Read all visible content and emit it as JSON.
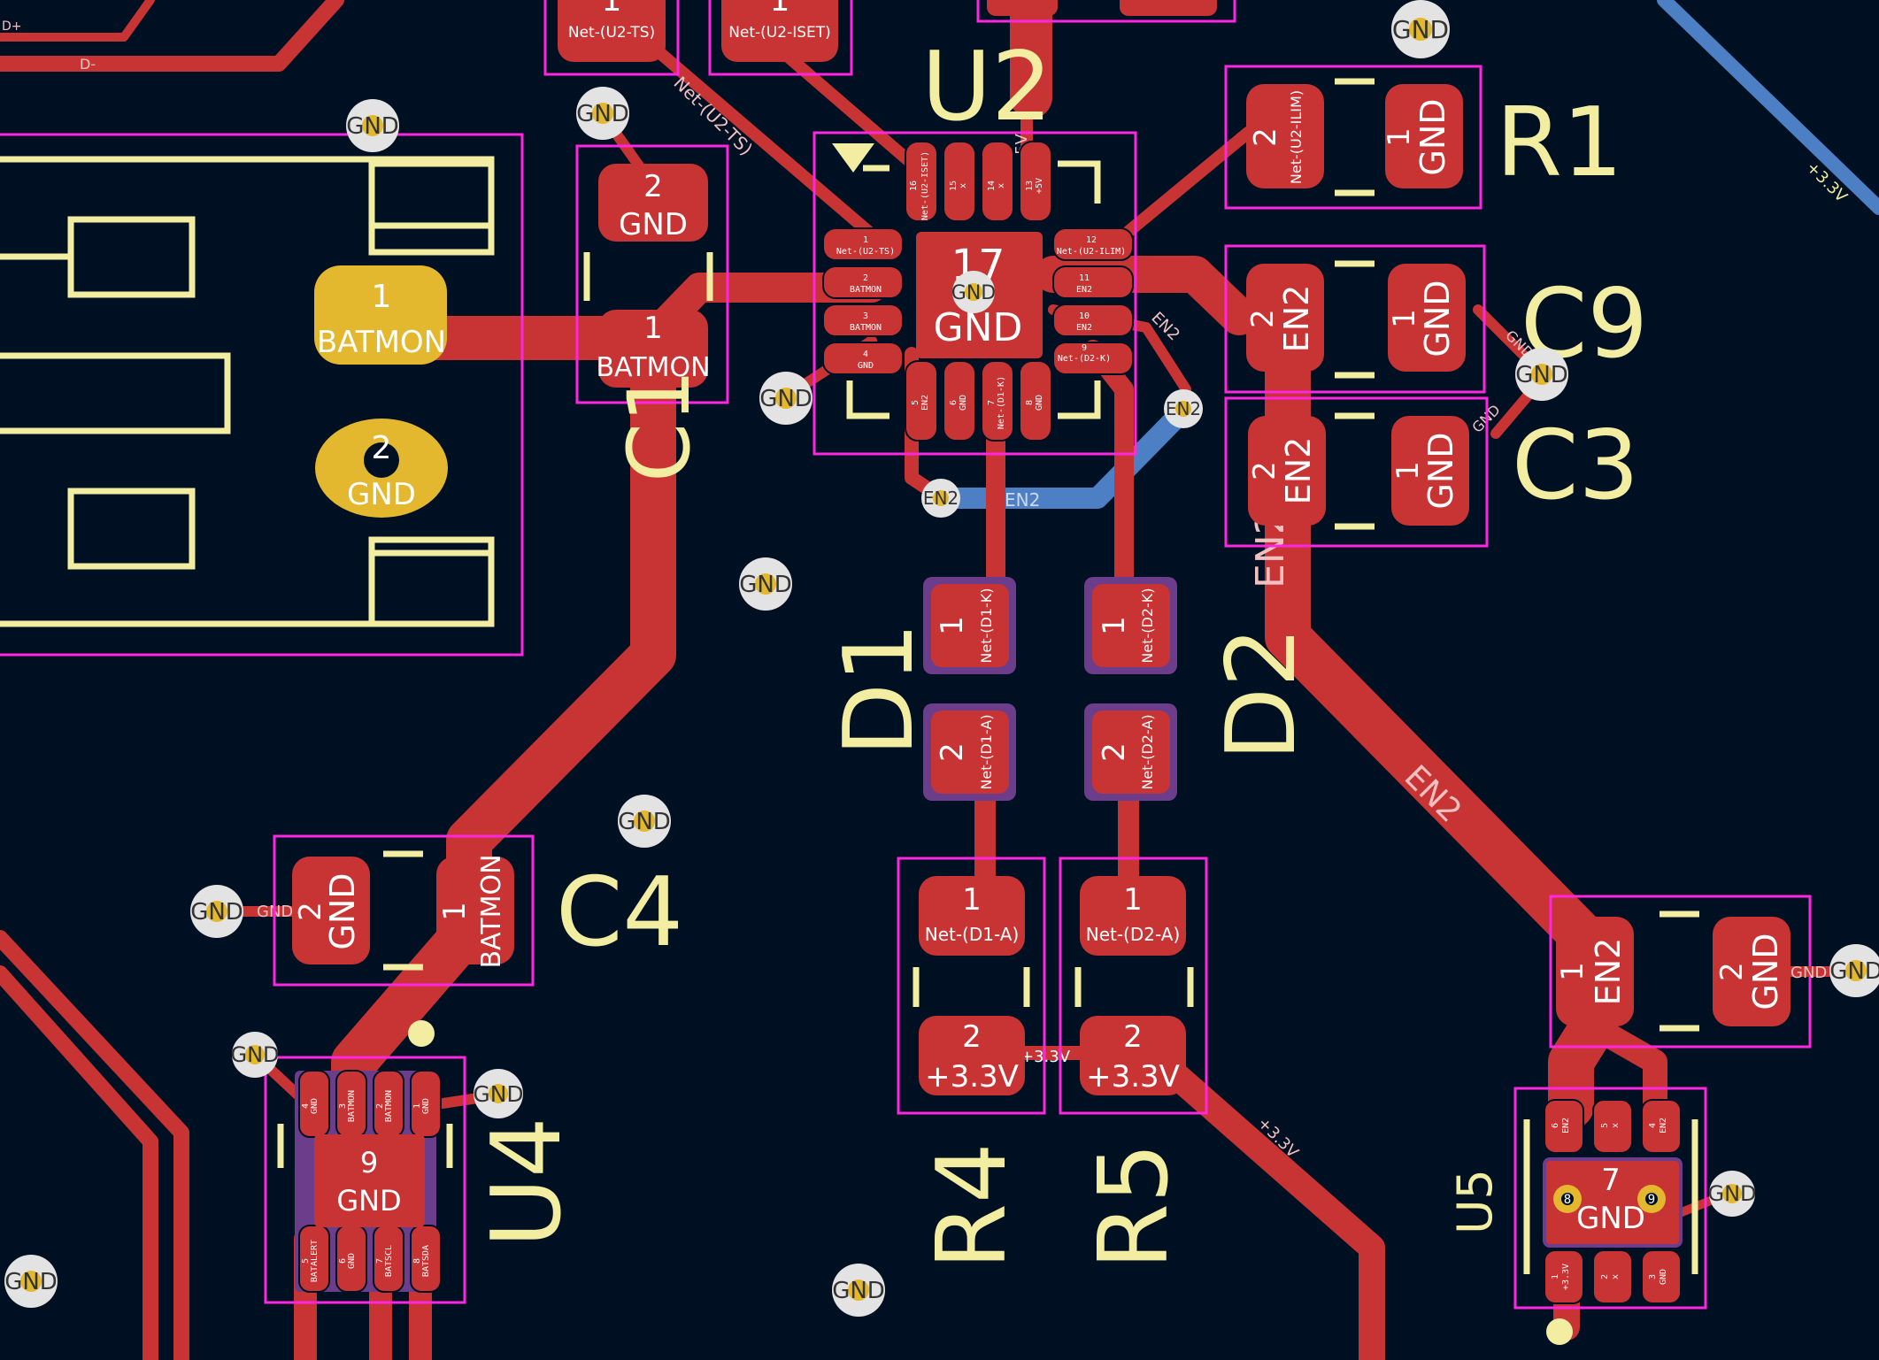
{
  "colors": {
    "background": "#001023",
    "copper_front": "#c83434",
    "copper_back": "#4d7fc4",
    "silkscreen": "#f2eda1",
    "courtyard": "#ff26e2",
    "through_hole": "#e3b72e",
    "via": "#e3e3e3"
  },
  "components": {
    "u2": {
      "ref": "U2",
      "ep_num": "17",
      "ep_net": "GND"
    },
    "r1": {
      "ref": "R1",
      "p1_num": "1",
      "p1_net": "GND",
      "p2_num": "2",
      "p2_net": "Net-(U2-ILIM)"
    },
    "c9": {
      "ref": "C9",
      "p1_num": "1",
      "p1_net": "GND",
      "p2_num": "2",
      "p2_net": "EN2"
    },
    "c3": {
      "ref": "C3",
      "p1_num": "1",
      "p1_net": "GND",
      "p2_num": "2",
      "p2_net": "EN2"
    },
    "c1": {
      "ref": "C1",
      "p1_num": "1",
      "p1_net": "BATMON",
      "p2_num": "2",
      "p2_net": "GND"
    },
    "c4": {
      "ref": "C4",
      "p1_num": "1",
      "p1_net": "BATMON",
      "p2_num": "2",
      "p2_net": "GND"
    },
    "d1": {
      "ref": "D1",
      "p1_num": "1",
      "p1_net": "Net-(D1-K)",
      "p2_num": "2",
      "p2_net": "Net-(D1-A)"
    },
    "d2": {
      "ref": "D2",
      "p1_num": "1",
      "p1_net": "Net-(D2-K)",
      "p2_num": "2",
      "p2_net": "Net-(D2-A)"
    },
    "r4": {
      "ref": "R4",
      "p1_num": "1",
      "p1_net": "Net-(D1-A)",
      "p2_num": "2",
      "p2_net": "+3.3V"
    },
    "r5": {
      "ref": "R5",
      "p1_num": "1",
      "p1_net": "Net-(D2-A)",
      "p2_num": "2",
      "p2_net": "+3.3V"
    },
    "u4": {
      "ref": "U4",
      "ep_num": "9",
      "ep_net": "GND"
    },
    "u5": {
      "ref": "U5",
      "ep_num": "7",
      "ep_net": "GND"
    },
    "c_en": {
      "p1_num": "1",
      "p1_net": "EN2",
      "p2_num": "2",
      "p2_net": "GND"
    },
    "bat": {
      "p1_num": "1",
      "p1_net": "BATMON",
      "p2_num": "2",
      "p2_net": "GND"
    },
    "top_u2_ts": {
      "num": "1",
      "net": "Net-(U2-TS)"
    },
    "top_u2_iset": {
      "num": "1",
      "net": "Net-(U2-ISET)"
    }
  },
  "nets": {
    "gnd": "GND",
    "en2": "EN2",
    "v33": "+3.3V",
    "batmon": "BATMON",
    "d_minus": "D-",
    "d_plus": "D+",
    "u2_ts": "Net-(U2-TS)",
    "five_v": "5V"
  },
  "u2_pins": [
    {
      "num": "1",
      "net": "Net-(U2-TS)"
    },
    {
      "num": "2",
      "net": "BATMON"
    },
    {
      "num": "3",
      "net": "BATMON"
    },
    {
      "num": "4",
      "net": "GND"
    },
    {
      "num": "5",
      "net": "EN2"
    },
    {
      "num": "6",
      "net": "GND"
    },
    {
      "num": "7",
      "net": "Net-(D1-K)"
    },
    {
      "num": "8",
      "net": "GND"
    },
    {
      "num": "9",
      "net": "Net-(D2-K)"
    },
    {
      "num": "10",
      "net": "EN2"
    },
    {
      "num": "11",
      "net": "EN2"
    },
    {
      "num": "12",
      "net": "Net-(U2-ILIM)"
    },
    {
      "num": "13",
      "net": "+5V"
    },
    {
      "num": "14",
      "net": "x"
    },
    {
      "num": "15",
      "net": "x"
    },
    {
      "num": "16",
      "net": "Net-(U2-ISET)"
    }
  ],
  "u4_pins": [
    {
      "num": "4",
      "net": "GND"
    },
    {
      "num": "3",
      "net": "BATMON"
    },
    {
      "num": "2",
      "net": "BATMON"
    },
    {
      "num": "1",
      "net": "GND"
    },
    {
      "num": "5",
      "net": "BATALERT"
    },
    {
      "num": "6",
      "net": "GND"
    },
    {
      "num": "7",
      "net": "BATSCL"
    },
    {
      "num": "8",
      "net": "BATSDA"
    }
  ],
  "u5_pins": [
    {
      "num": "6",
      "net": "EN2"
    },
    {
      "num": "5",
      "net": "x"
    },
    {
      "num": "4",
      "net": "EN2"
    },
    {
      "num": "1",
      "net": "+3.3V"
    },
    {
      "num": "2",
      "net": "x"
    },
    {
      "num": "3",
      "net": "GND"
    },
    {
      "num": "8",
      "net": ""
    },
    {
      "num": "9",
      "net": ""
    }
  ]
}
